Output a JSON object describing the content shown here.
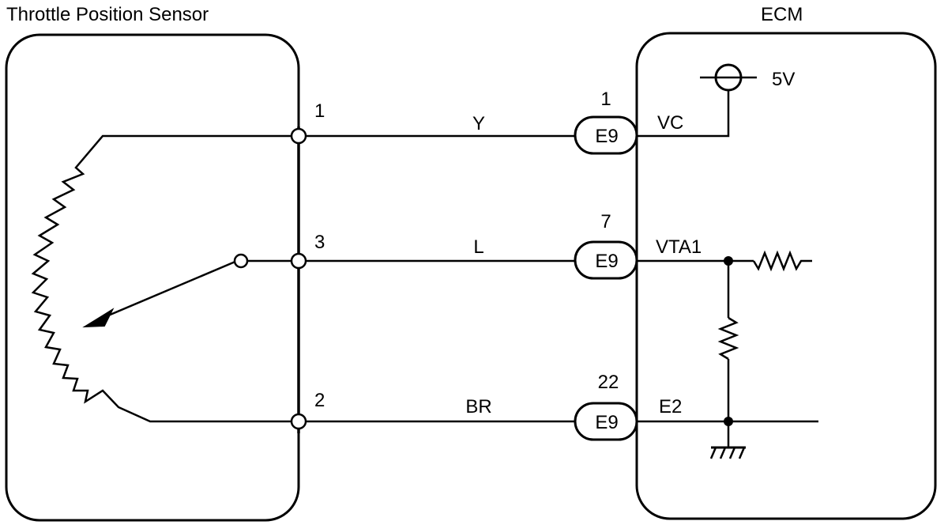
{
  "sensor": {
    "title": "Throttle Position Sensor",
    "terminals": [
      {
        "number": "1",
        "wire_color": "Y"
      },
      {
        "number": "3",
        "wire_color": "L"
      },
      {
        "number": "2",
        "wire_color": "BR"
      }
    ]
  },
  "ecm": {
    "title": "ECM",
    "supply": "5V",
    "connectors": [
      {
        "pin": "1",
        "connector": "E9",
        "signal": "VC"
      },
      {
        "pin": "7",
        "connector": "E9",
        "signal": "VTA1"
      },
      {
        "pin": "22",
        "connector": "E9",
        "signal": "E2"
      }
    ]
  },
  "colors": {
    "line": "#000000",
    "background": "#ffffff"
  }
}
